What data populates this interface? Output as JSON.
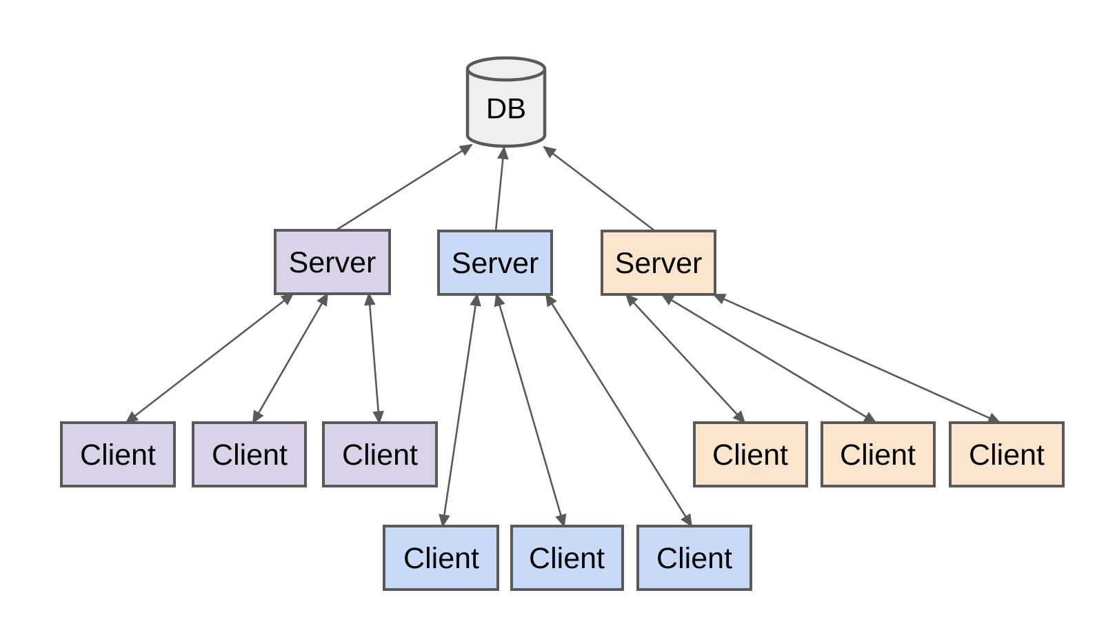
{
  "palette": {
    "background": "#ffffff",
    "stroke": "#595959",
    "text": "#000000",
    "db_fill": "#efefef",
    "purple_fill": "#d9d2e9",
    "blue_fill": "#c9daf8",
    "orange_fill": "#fce5cd"
  },
  "diagram": {
    "db": {
      "label": "DB"
    },
    "servers": [
      {
        "label": "Server",
        "group": "purple"
      },
      {
        "label": "Server",
        "group": "blue"
      },
      {
        "label": "Server",
        "group": "orange"
      }
    ],
    "clients": {
      "purple": [
        {
          "label": "Client"
        },
        {
          "label": "Client"
        },
        {
          "label": "Client"
        }
      ],
      "blue": [
        {
          "label": "Client"
        },
        {
          "label": "Client"
        },
        {
          "label": "Client"
        }
      ],
      "orange": [
        {
          "label": "Client"
        },
        {
          "label": "Client"
        },
        {
          "label": "Client"
        }
      ]
    },
    "edges": [
      {
        "from": "server-purple",
        "to": "db",
        "arrows": "end"
      },
      {
        "from": "server-blue",
        "to": "db",
        "arrows": "end"
      },
      {
        "from": "server-orange",
        "to": "db",
        "arrows": "end"
      },
      {
        "from": "server-purple",
        "to": "client-purple-1",
        "arrows": "both"
      },
      {
        "from": "server-purple",
        "to": "client-purple-2",
        "arrows": "both"
      },
      {
        "from": "server-purple",
        "to": "client-purple-3",
        "arrows": "both"
      },
      {
        "from": "server-blue",
        "to": "client-blue-1",
        "arrows": "both"
      },
      {
        "from": "server-blue",
        "to": "client-blue-2",
        "arrows": "both"
      },
      {
        "from": "server-blue",
        "to": "client-blue-3",
        "arrows": "both"
      },
      {
        "from": "server-orange",
        "to": "client-orange-1",
        "arrows": "both"
      },
      {
        "from": "server-orange",
        "to": "client-orange-2",
        "arrows": "both"
      },
      {
        "from": "server-orange",
        "to": "client-orange-3",
        "arrows": "both"
      }
    ]
  }
}
